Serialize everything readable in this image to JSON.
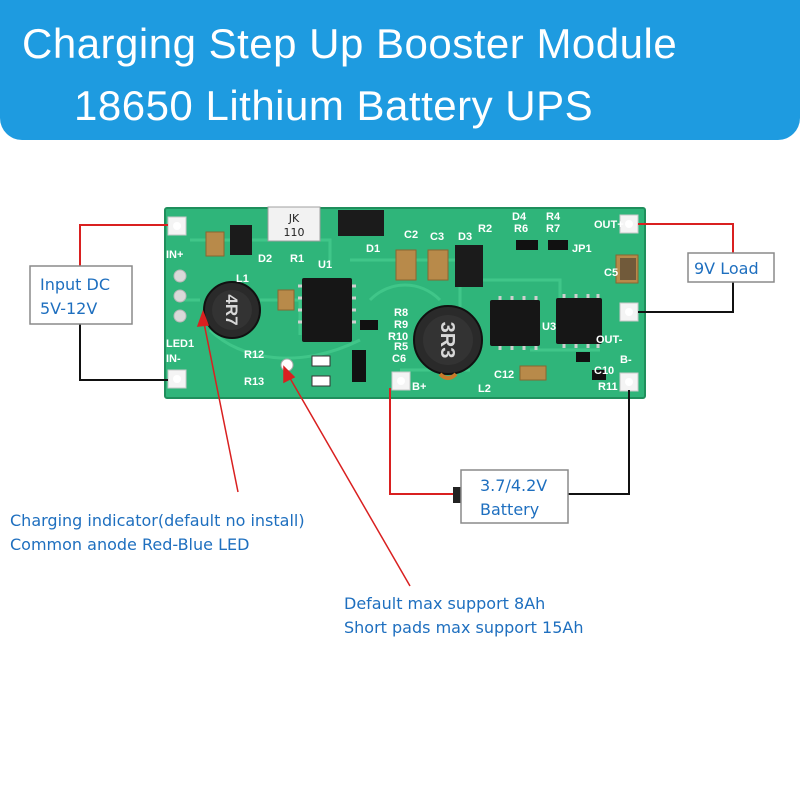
{
  "header": {
    "line1": "Charging Step Up Booster Module",
    "line2": "18650 Lithium Battery UPS",
    "bg_color": "#1e9be0"
  },
  "labels": {
    "input_line1": "Input DC",
    "input_line2": "5V-12V",
    "load": "9V Load",
    "battery_line1": "3.7/4.2V",
    "battery_line2": "Battery",
    "indicator_line1": "Charging indicator(default no install)",
    "indicator_line2": "Common anode Red-Blue LED",
    "default_line1": "Default max support 8Ah",
    "default_line2": "Short pads max support 15Ah"
  },
  "board": {
    "color": "#2fb57a",
    "silkscreen": {
      "in_plus": "IN+",
      "in_minus": "IN-",
      "led1": "LED1",
      "out_plus": "OUT+",
      "out_minus": "OUT-",
      "b_plus": "B+",
      "b_minus": "B-",
      "l1": "L1",
      "l2": "L2",
      "d1": "D1",
      "d2": "D2",
      "d3": "D3",
      "d4": "D4",
      "r1": "R1",
      "r2": "R2",
      "r4": "R4",
      "r5": "R5",
      "r6": "R6",
      "r7": "R7",
      "r8": "R8",
      "r9": "R9",
      "r10": "R10",
      "r11": "R11",
      "r12": "R12",
      "r13": "R13",
      "c2": "C2",
      "c3": "C3",
      "c5": "C5",
      "c6": "C6",
      "c10": "C10",
      "c12": "C12",
      "u1": "U1",
      "u3": "U3",
      "jp1": "JP1"
    },
    "component_marks": {
      "jk": "JK",
      "jk_num": "110",
      "inductor_l1": "4R7",
      "inductor_l2": "3R3"
    }
  },
  "colors": {
    "positive_wire": "#d92020",
    "negative_wire": "#111111",
    "label_text": "#1e6fbf",
    "label_border": "#8a8a8a"
  }
}
